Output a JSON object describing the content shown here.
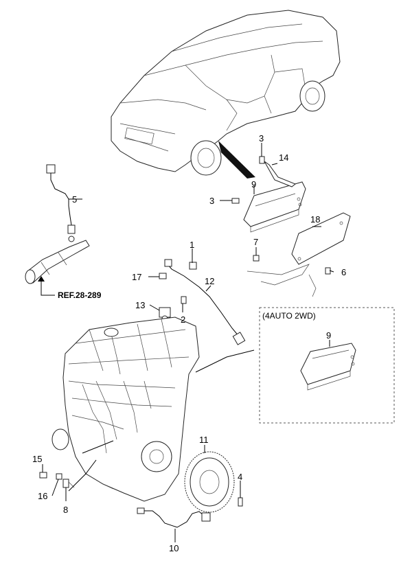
{
  "callouts": {
    "p1": "1",
    "p2": "2",
    "p3a": "3",
    "p3b": "3",
    "p4": "4",
    "p5": "5",
    "p6": "6",
    "p7": "7",
    "p8": "8",
    "p9a": "9",
    "p9b": "9",
    "p10": "10",
    "p11": "11",
    "p12": "12",
    "p13": "13",
    "p14": "14",
    "p15": "15",
    "p16": "16",
    "p17": "17",
    "p18": "18"
  },
  "reference": "REF.28-289",
  "inset": {
    "title": "(4AUTO 2WD)"
  }
}
